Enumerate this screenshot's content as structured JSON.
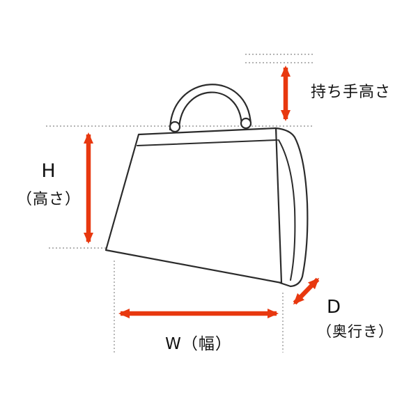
{
  "title": "バッグ採寸図",
  "colors": {
    "accent": "#e8380f",
    "line": "#2b2b2b",
    "guide": "#9a9a9a",
    "bg": "#ffffff"
  },
  "labels": {
    "handle_height": "持ち手高さ",
    "height_letter": "H",
    "height_word": "（高さ）",
    "width": "W（幅）",
    "depth_letter": "D",
    "depth_word": "（奥行き）"
  },
  "diagram": {
    "subject": "handbag line drawing",
    "dimensions_marked": [
      {
        "name": "handle height",
        "label": "持ち手高さ",
        "orientation": "vertical",
        "position": "top-right of handle"
      },
      {
        "name": "height",
        "label": "H（高さ）",
        "orientation": "vertical",
        "position": "left of bag body"
      },
      {
        "name": "width",
        "label": "W（幅）",
        "orientation": "horizontal",
        "position": "below bag"
      },
      {
        "name": "depth",
        "label": "D（奥行き）",
        "orientation": "diagonal",
        "position": "bottom-right gusset"
      }
    ]
  }
}
